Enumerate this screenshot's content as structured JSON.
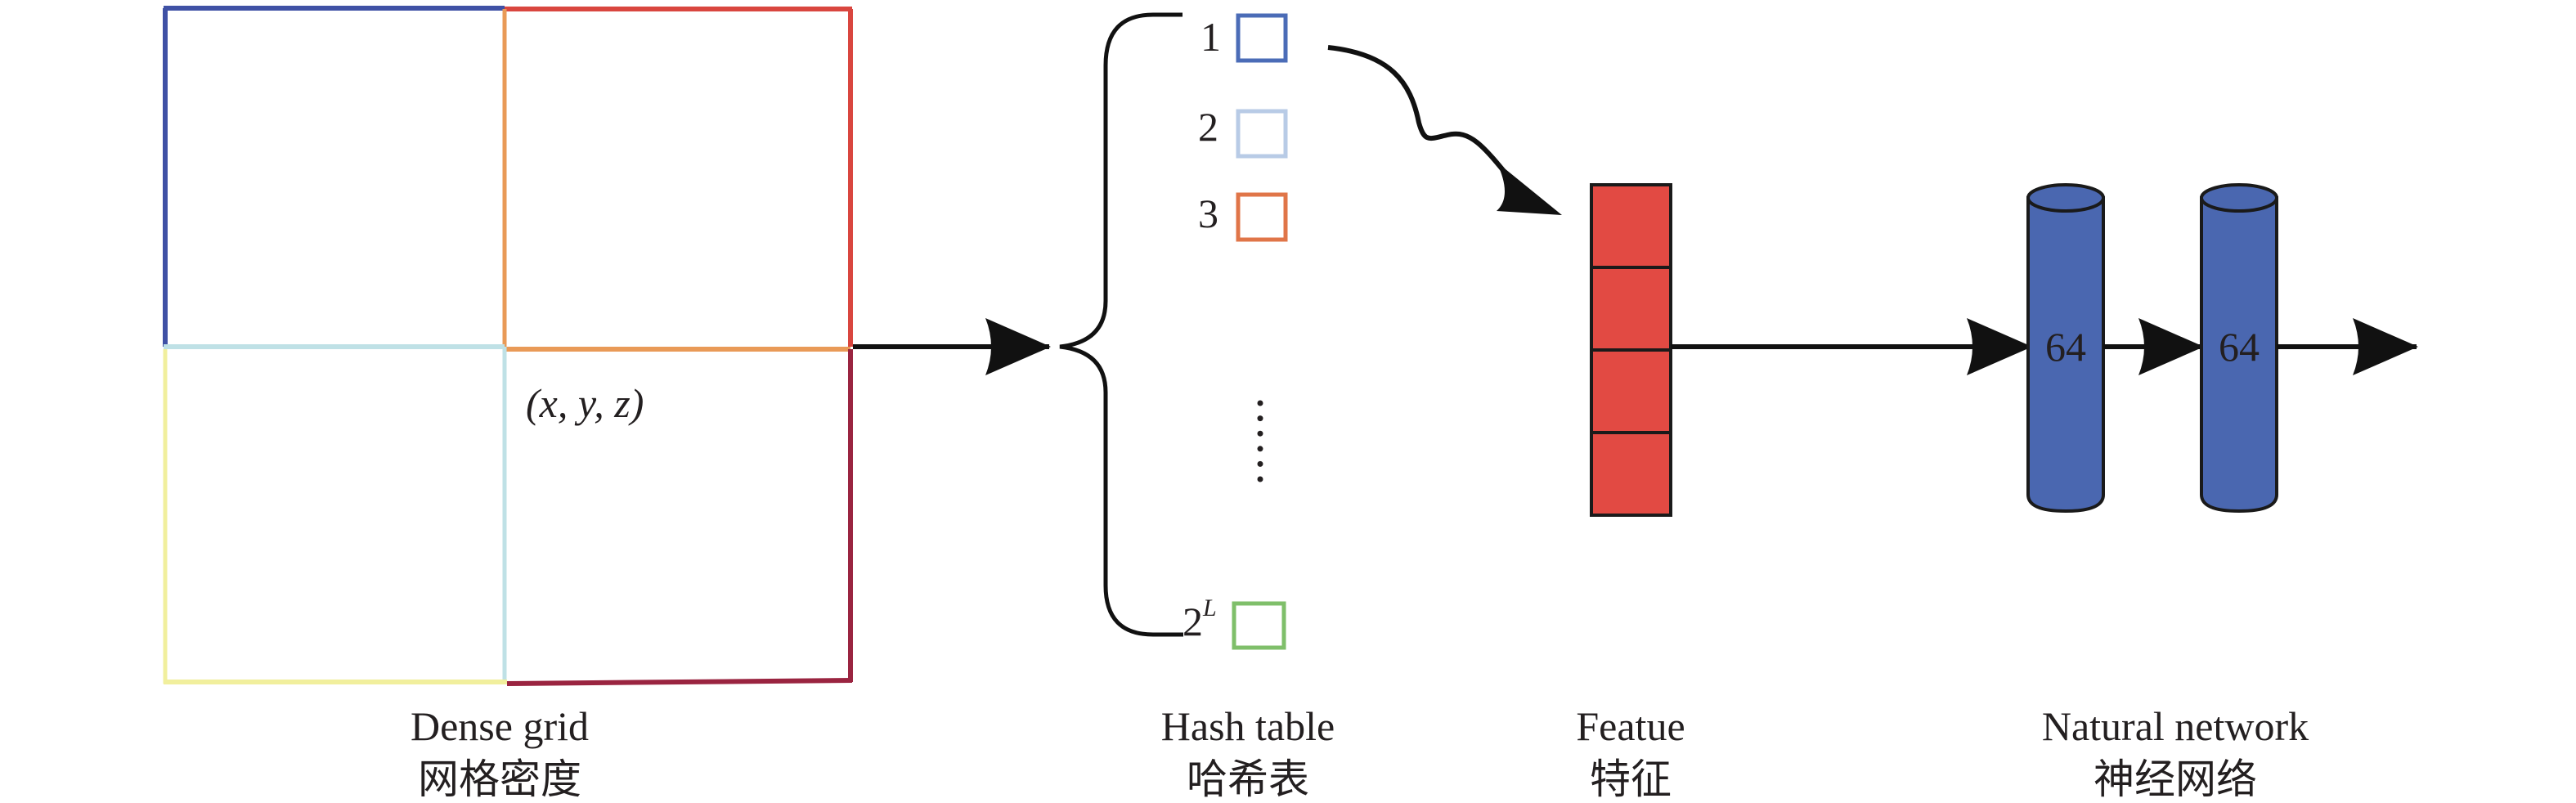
{
  "figure": {
    "stages": [
      {
        "id": "dense-grid",
        "label_en": "Dense grid",
        "label_zh": "网格密度"
      },
      {
        "id": "hash-table",
        "label_en": "Hash table",
        "label_zh": "哈希表"
      },
      {
        "id": "feature",
        "label_en": "Featue",
        "label_zh": "特征"
      },
      {
        "id": "neural-network",
        "label_en": "Natural network",
        "label_zh": "神经网络"
      }
    ],
    "grid": {
      "point_label": "(x, y, z)",
      "cell_colors": {
        "top_left": "#3f51a5",
        "top_right": "#d9463f",
        "mid_right": "#e99a57",
        "mid_left": "#bfe1e6",
        "bottom_left": "#f1ef9d",
        "bottom_right": "#9a2440"
      }
    },
    "hash_table": {
      "entries": [
        {
          "index": "1",
          "color": "#4b6cb7"
        },
        {
          "index": "2",
          "color": "#b8cbe6"
        },
        {
          "index": "3",
          "color": "#e07548"
        }
      ],
      "ellipsis_dots": 6,
      "last_entry": {
        "index_base": "2",
        "index_sup": "L",
        "color": "#7fbf6a"
      }
    },
    "feature": {
      "segments": 4,
      "color": "#e24a43"
    },
    "network": {
      "layers": [
        {
          "units": "64",
          "color": "#4a67b0"
        },
        {
          "units": "64",
          "color": "#4a67b0"
        }
      ]
    }
  }
}
